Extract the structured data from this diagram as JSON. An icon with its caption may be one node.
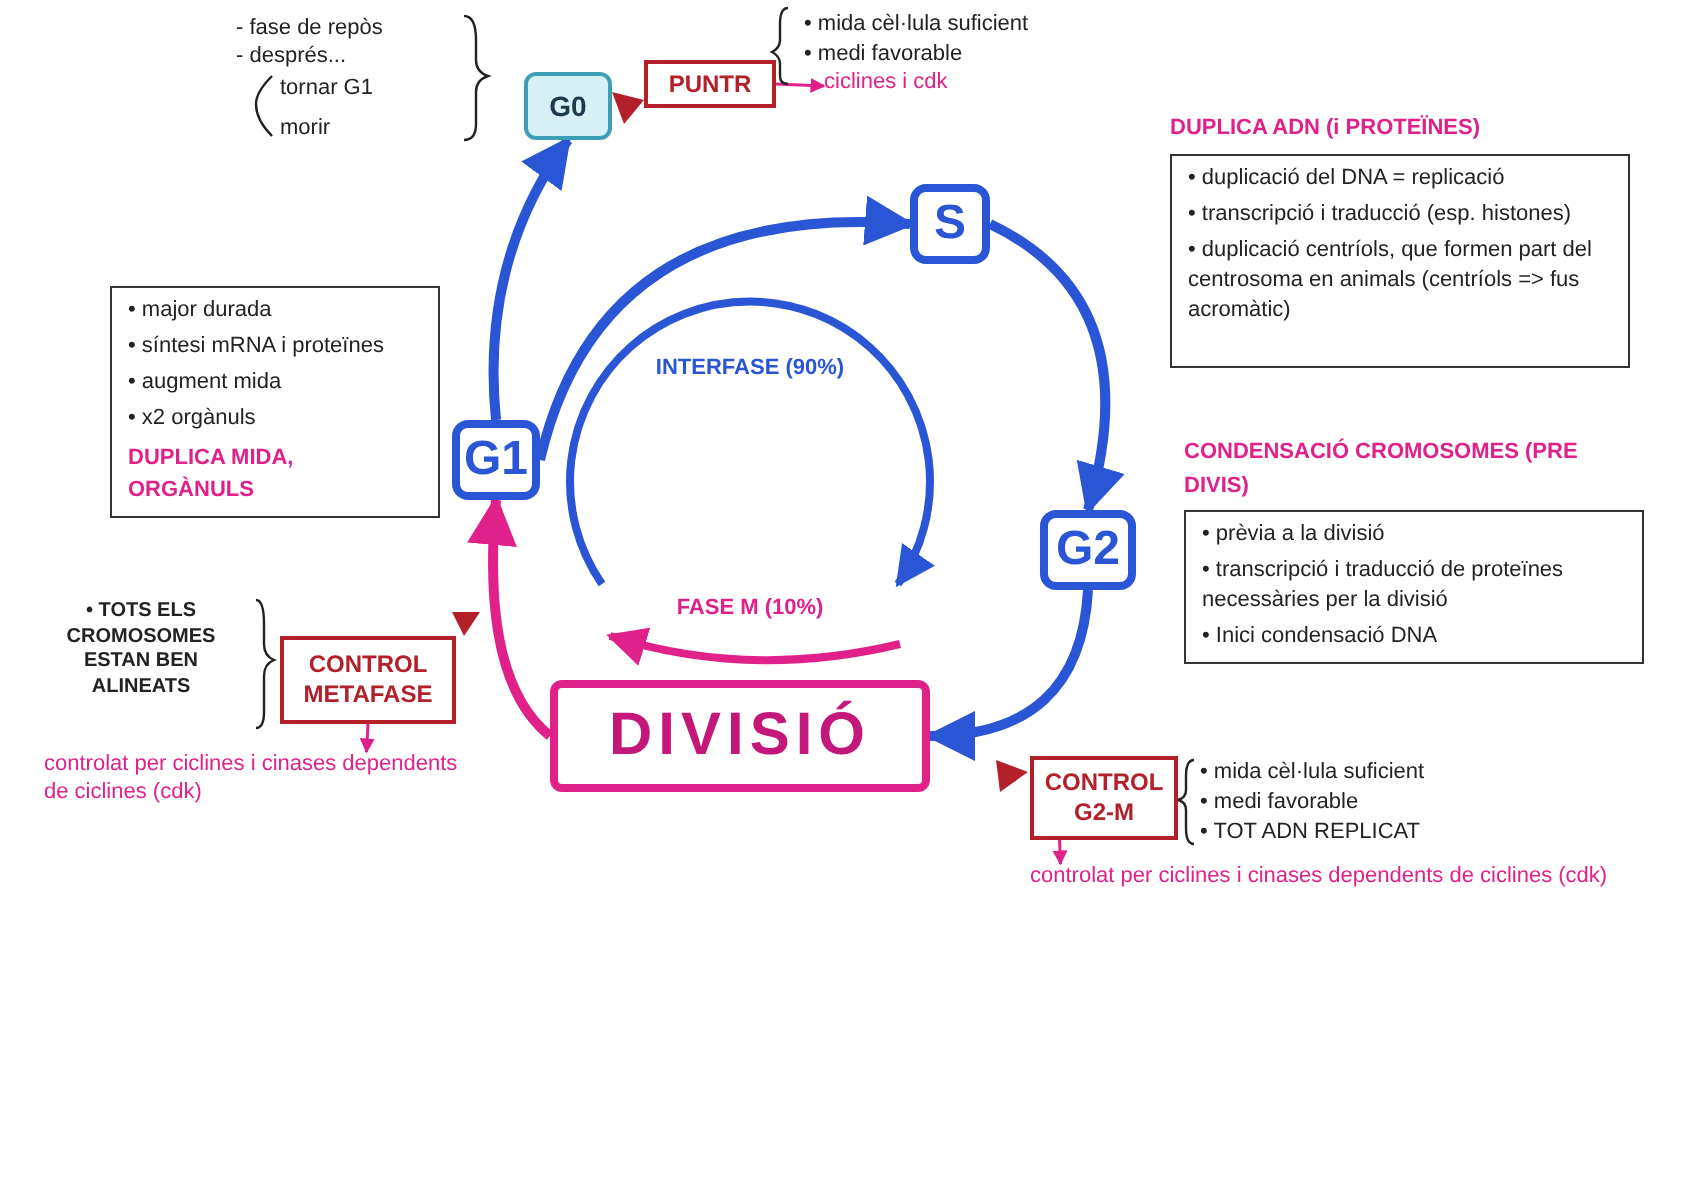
{
  "diagram": {
    "nodes": [
      {
        "text": [
          "G0"
        ]
      },
      {
        "text": [
          "PUNTR"
        ]
      },
      {
        "text": [
          "ciclines i cdk"
        ]
      },
      {
        "text": [
          "DUPLICA ADN (i PROTEÏNES)",
          "• duplicació del DNA = replicació",
          "• transcripció i traducció (esp. histones)",
          "• duplicació centríols, que formen part del centrosoma en animals (centríols => fus acromàtic)"
        ]
      },
      {
        "text": [
          "• major durada",
          "• síntesi mRNA i proteïnes",
          "• augment mida",
          "• x2 orgànuls",
          "DUPLICA MIDA, ORGÀNULS"
        ]
      },
      {
        "text": [
          "G1"
        ]
      },
      {
        "text": [
          "S"
        ]
      },
      {
        "text": [
          "G2"
        ]
      },
      {
        "text": [
          "CONDENSACIÓ CROMOSOMES (PRE DIVIS)",
          "• prèvia a la divisió",
          "• transcripció i traducció de proteïnes necessàries per la divisió",
          "• Inici condensació DNA"
        ]
      },
      {
        "text": [
          "CONTROL METAFASE"
        ]
      },
      {
        "text": [
          "controlat per ciclines i cinases dependents de ciclines (cdk)"
        ]
      },
      {
        "text": [
          "DIVISIÓ"
        ]
      },
      {
        "text": [
          "CONTROL G2-M"
        ]
      },
      {
        "text": [
          "controlat per ciclines i cinases dependents de ciclines (cdk)"
        ]
      }
    ],
    "edges": [
      {
        "from": 5,
        "to": 0,
        "arrow": "to"
      },
      {
        "from": 5,
        "to": 6,
        "arrow": "to"
      },
      {
        "from": 6,
        "to": 7,
        "arrow": "to"
      },
      {
        "from": 7,
        "to": 11,
        "arrow": "to"
      },
      {
        "from": 11,
        "to": 5,
        "arrow": "to",
        "color": "#e0218a"
      },
      {
        "from": 1,
        "to": 2,
        "arrow": "to",
        "color": "#e0218a"
      },
      {
        "from": 12,
        "to": 13,
        "arrow": "to",
        "color": "#e0218a"
      },
      {
        "from": 9,
        "to": 10,
        "arrow": "to",
        "color": "#e0218a"
      }
    ],
    "labels": [
      "- fase de repòs",
      "- després...",
      "tornar G1",
      "morir",
      "• mida cèl·lula suficient",
      "• medi favorable",
      "INTERFASE (90%)",
      "FASE M (10%)",
      "• TOTS ELS CROMOSOMES ESTAN BEN ALINEATS",
      "• mida cèl·lula suficient",
      "• medi favorable",
      "• TOT ADN REPLICAT"
    ]
  }
}
